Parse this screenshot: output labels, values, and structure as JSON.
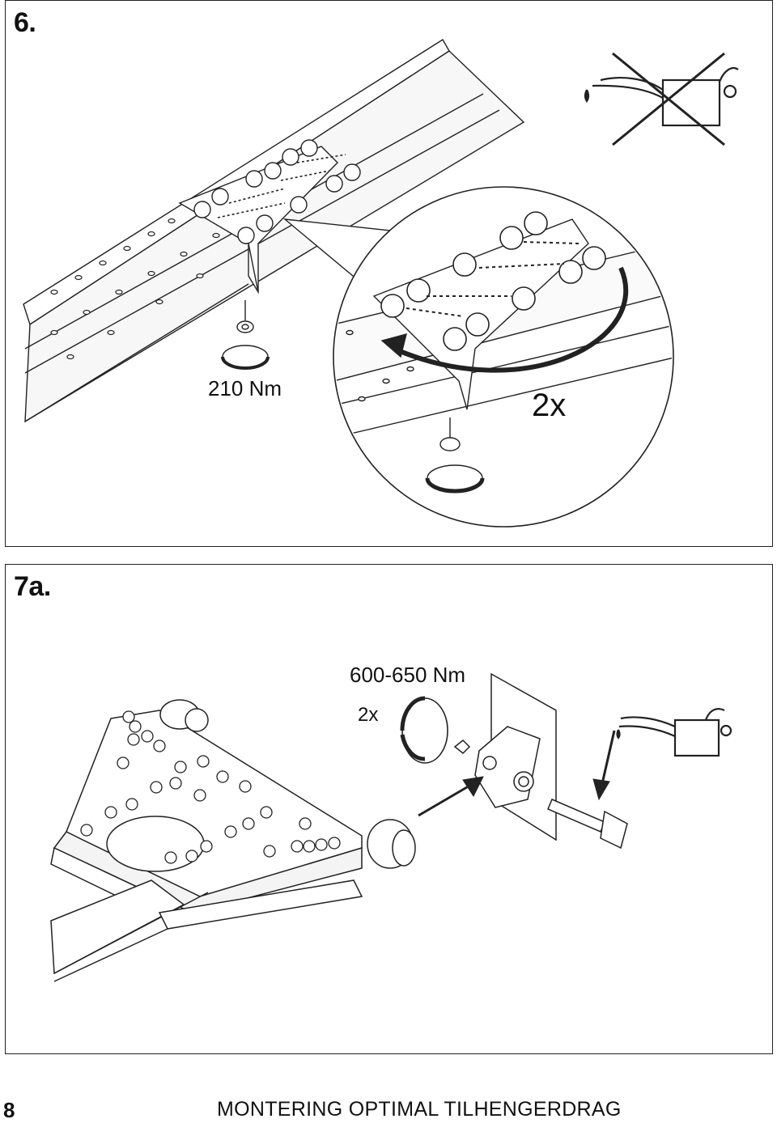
{
  "steps": [
    {
      "number": "6.",
      "torque": "210 Nm",
      "multiplier": "2x"
    },
    {
      "number": "7a.",
      "torque": "600-650 Nm",
      "multiplier": "2x"
    }
  ],
  "icons": {
    "no_lubrication": "no-oil-can-icon",
    "lubrication": "oil-can-icon",
    "torque_direction": "rotate-arrow-icon"
  },
  "footer": {
    "page_number": "8",
    "title": "MONTERING OPTIMAL TILHENGERDRAG"
  }
}
